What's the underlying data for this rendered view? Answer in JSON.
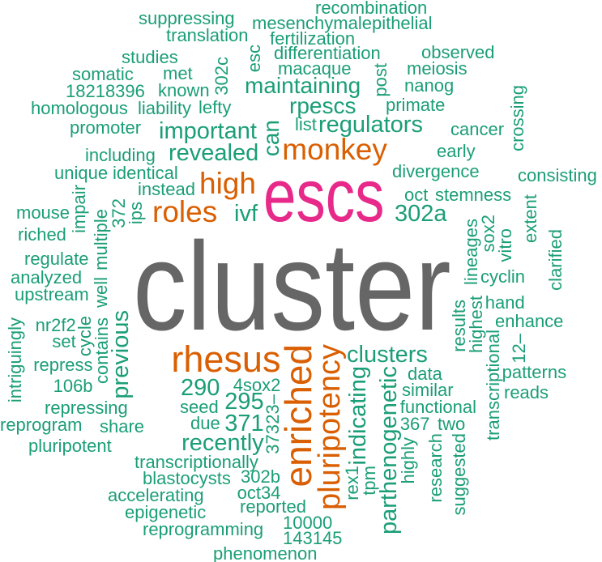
{
  "colors": {
    "low": "#1b9e77",
    "mid": "#d95f02",
    "high": "#e7298a",
    "top": "#666666"
  },
  "words": [
    "recombination",
    "mesenchymalepithelial",
    "suppressing",
    "translation",
    "fertilization",
    "studies",
    "differentiation",
    "observed",
    "somatic",
    "met",
    "macaque",
    "meiosis",
    "302c",
    "esc",
    "post",
    "18218396",
    "known",
    "nanog",
    "maintaining",
    "homologous",
    "liability",
    "lefty",
    "crossing",
    "rpescs",
    "primate",
    "cancer",
    "promoter",
    "important",
    "can",
    "list",
    "regulators",
    "early",
    "including",
    "revealed",
    "monkey",
    "divergence",
    "consisting",
    "unique",
    "high",
    "identical",
    "instead",
    "escs",
    "oct",
    "stemness",
    "mouse",
    "impair",
    "multiple",
    "372",
    "ips",
    "roles",
    "ivf",
    "302a",
    "riched",
    "extent",
    "lineages",
    "sox2",
    "vitro",
    "clarified",
    "cluster",
    "regulate",
    "analyzed",
    "cyclin",
    "upstream",
    "well",
    "intriguingly",
    "results",
    "highest",
    "hand",
    "enhance",
    "nr2f2",
    "set",
    "cycle",
    "contains",
    "previous",
    "rhesus",
    "4sox2",
    "290",
    "clusters",
    "enriched",
    "pluripotency",
    "indicating",
    "parthenogenetic",
    "12–",
    "transcriptional",
    "data",
    "repress",
    "295",
    "similar",
    "patterns",
    "seed",
    "23–",
    "106b",
    "due",
    "371",
    "functional",
    "reads",
    "repressing",
    "367",
    "two",
    "recently",
    "reprogram",
    "share",
    "373",
    "rex1",
    "tpm",
    "highly",
    "research",
    "suggested",
    "pluripotent",
    "transcriptionally",
    "blastocysts",
    "302b",
    "oct34",
    "accelerating",
    "reported",
    "epigenetic",
    "10000",
    "reprogramming",
    "143145",
    "phenomenon"
  ]
}
